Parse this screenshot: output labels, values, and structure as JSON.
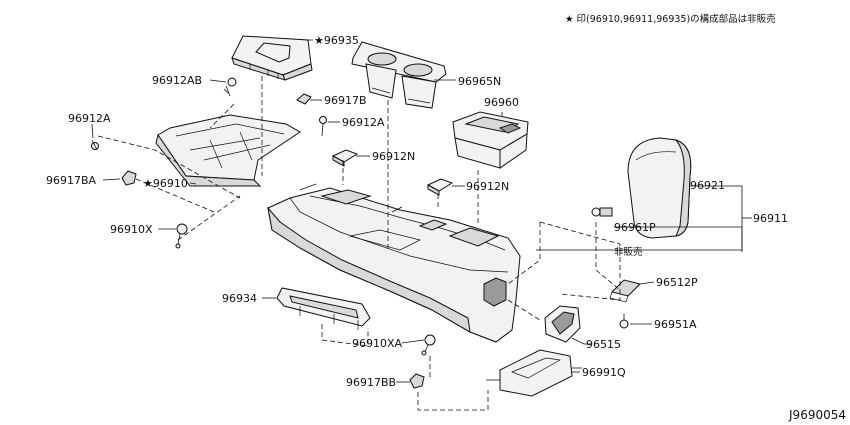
{
  "note": "★ 印(96910,96911,96935)の構成部品は非販売",
  "not_sold_label": "非販売",
  "diagram_code": "J9690054",
  "labels": {
    "p96935": "★96935",
    "p96965N": "96965N",
    "p96912AB": "96912AB",
    "p96917B": "96917B",
    "p96912A_right": "96912A",
    "p96912A_left": "96912A",
    "p96960": "96960",
    "p96912N_top": "96912N",
    "p96917BA": "96917BA",
    "p96910": "★96910",
    "p96912N_mid": "96912N",
    "p96921": "96921",
    "p96911": "96911",
    "p96961P": "96961P",
    "p96910X": "96910X",
    "p96512P": "96512P",
    "p96934": "96934",
    "p96951A": "96951A",
    "p96515": "96515",
    "p96910XA": "96910XA",
    "p96991Q": "96991Q",
    "p96917BB": "96917BB"
  }
}
